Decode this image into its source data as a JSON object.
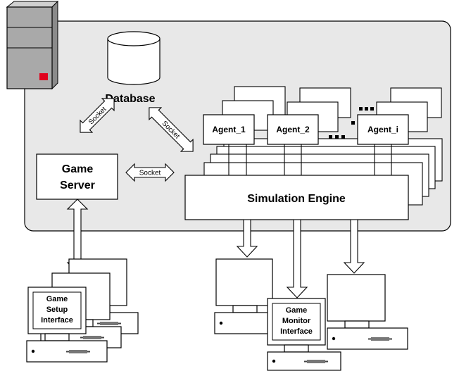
{
  "labels": {
    "database": "Database",
    "game_server_line1": "Game",
    "game_server_line2": "Server",
    "simulation_engine": "Simulation Engine",
    "agent_1": "Agent_1",
    "agent_2": "Agent_2",
    "agent_i": "Agent_i",
    "socket": "Socket",
    "setup_line1": "Game",
    "setup_line2": "Setup",
    "setup_line3": "Interface",
    "monitor_line1": "Game",
    "monitor_line2": "Monitor",
    "monitor_line3": "Interface"
  },
  "colors": {
    "panel_fill": "#e8e8e8",
    "server_tower": "#a9a9a9",
    "tower_led": "#e0001b",
    "stroke": "#000000",
    "box_fill": "#ffffff",
    "screen_fill": "#ffffff"
  }
}
